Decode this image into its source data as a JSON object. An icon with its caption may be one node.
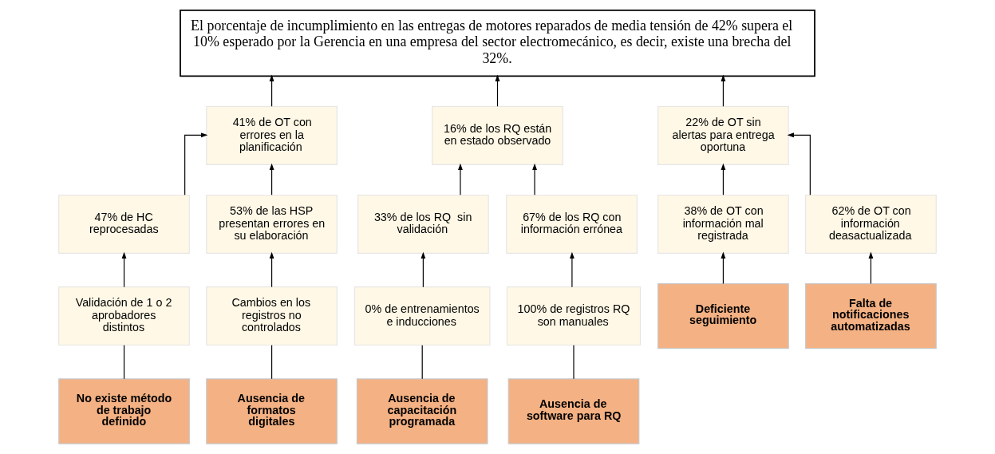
{
  "diagram": {
    "nodes": [
      {
        "text": [
          "El porcentaje de incumplimiento en las entregas de motores reparados de media tensión de 42% supera el 10% esperado por la Gerencia en una empresa del sector electromecánico, es decir, existe una brecha del 32%."
        ]
      },
      {
        "text": [
          "41% de OT con errores en la planificación"
        ]
      },
      {
        "text": [
          "16% de los RQ están en estado observado"
        ]
      },
      {
        "text": [
          "22% de OT sin alertas para entrega oportuna"
        ]
      },
      {
        "text": [
          "47% de HC reprocesadas"
        ]
      },
      {
        "text": [
          "53% de las HSP presentan errores en su elaboración"
        ]
      },
      {
        "text": [
          "33% de los RQ  sin validación"
        ]
      },
      {
        "text": [
          "67% de los RQ con información errónea"
        ]
      },
      {
        "text": [
          "38% de OT con información mal registrada"
        ]
      },
      {
        "text": [
          "62% de OT con información deasactualizada"
        ]
      },
      {
        "text": [
          "Validación de 1 o 2 aprobadores distintos"
        ]
      },
      {
        "text": [
          "Cambios en los registros no controlados"
        ]
      },
      {
        "text": [
          "0% de entrenamientos e inducciones"
        ]
      },
      {
        "text": [
          "100% de registros RQ son manuales"
        ]
      },
      {
        "text": [
          "Deficiente seguimiento"
        ]
      },
      {
        "text": [
          "Falta de notificaciones automatizadas"
        ]
      },
      {
        "text": [
          "No existe método de trabajo definido"
        ]
      },
      {
        "text": [
          "Ausencia de formatos digitales"
        ]
      },
      {
        "text": [
          "Ausencia de capacitación programada"
        ]
      },
      {
        "text": [
          "Ausencia de software para RQ"
        ]
      }
    ],
    "edges": [
      {
        "from": 1,
        "to": 0,
        "arrow": "to"
      },
      {
        "from": 2,
        "to": 0,
        "arrow": "to"
      },
      {
        "from": 3,
        "to": 0,
        "arrow": "to"
      },
      {
        "from": 4,
        "to": 1,
        "arrow": "to"
      },
      {
        "from": 5,
        "to": 1,
        "arrow": "to"
      },
      {
        "from": 6,
        "to": 2,
        "arrow": "to"
      },
      {
        "from": 7,
        "to": 2,
        "arrow": "to"
      },
      {
        "from": 8,
        "to": 3,
        "arrow": "to"
      },
      {
        "from": 9,
        "to": 3,
        "arrow": "to"
      },
      {
        "from": 10,
        "to": 4,
        "arrow": "to"
      },
      {
        "from": 11,
        "to": 5,
        "arrow": "to"
      },
      {
        "from": 12,
        "to": 6,
        "arrow": "to"
      },
      {
        "from": 13,
        "to": 7,
        "arrow": "to"
      },
      {
        "from": 14,
        "to": 8,
        "arrow": "to"
      },
      {
        "from": 15,
        "to": 9,
        "arrow": "to"
      },
      {
        "from": 16,
        "to": 10,
        "arrow": "none"
      },
      {
        "from": 17,
        "to": 11,
        "arrow": "none"
      },
      {
        "from": 18,
        "to": 12,
        "arrow": "none"
      },
      {
        "from": 19,
        "to": 13,
        "arrow": "none"
      }
    ]
  }
}
